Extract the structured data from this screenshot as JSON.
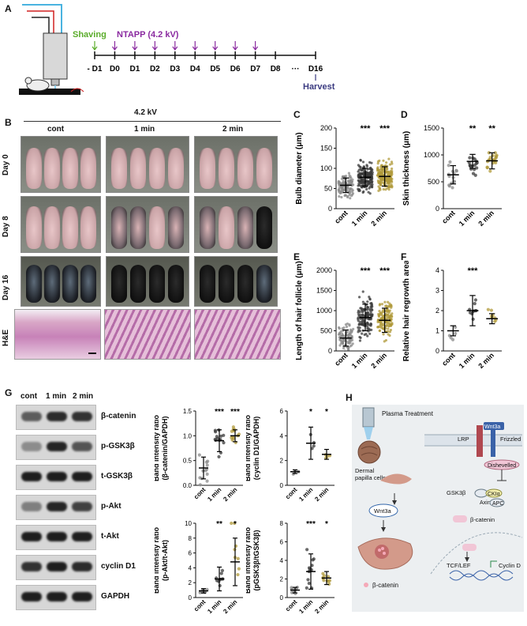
{
  "panel_letters": {
    "a": "A",
    "b": "B",
    "c": "C",
    "d": "D",
    "e": "E",
    "f": "F",
    "g": "G",
    "h": "H"
  },
  "timeline": {
    "shaving": "Shaving",
    "ntapp": "NTAPP (4.2 kV)",
    "days": [
      "- D1",
      "D0",
      "D1",
      "D2",
      "D3",
      "D4",
      "D5",
      "D6",
      "D7",
      "D8",
      "···",
      "D16"
    ],
    "harvest": "Harvest",
    "colors": {
      "shaving": "#5aac2a",
      "ntapp": "#8a2aa0",
      "harvest": "#3a3a80"
    }
  },
  "photos": {
    "voltage": "4.2 kV",
    "groups": [
      "cont",
      "1 min",
      "2 min"
    ],
    "rows": [
      "Day 0",
      "Day 8",
      "Day 16",
      "H&E"
    ]
  },
  "chart_data": [
    {
      "id": "C",
      "type": "scatter",
      "ylabel": "Bulb diameter (μm)",
      "categories": [
        "cont",
        "1 min",
        "2 min"
      ],
      "ylim": [
        0,
        200
      ],
      "yticks": [
        0,
        50,
        100,
        150,
        200
      ],
      "mean": [
        58,
        78,
        80
      ],
      "sd": [
        18,
        22,
        24
      ],
      "sig": [
        "",
        "***",
        "***"
      ],
      "n": [
        120,
        180,
        180
      ]
    },
    {
      "id": "D",
      "type": "scatter",
      "ylabel": "Skin thickness (μm)",
      "categories": [
        "cont",
        "1 min",
        "2 min"
      ],
      "ylim": [
        0,
        1500
      ],
      "yticks": [
        0,
        500,
        1000,
        1500
      ],
      "mean": [
        630,
        880,
        890
      ],
      "sd": [
        170,
        130,
        150
      ],
      "sig": [
        "",
        "**",
        "**"
      ],
      "n": [
        15,
        17,
        20
      ]
    },
    {
      "id": "E",
      "type": "scatter",
      "ylabel": "Length of hair follicle (μm)",
      "categories": [
        "cont",
        "1 min",
        "2 min"
      ],
      "ylim": [
        0,
        2000
      ],
      "yticks": [
        0,
        500,
        1000,
        1500,
        2000
      ],
      "mean": [
        320,
        830,
        760
      ],
      "sd": [
        200,
        330,
        300
      ],
      "sig": [
        "",
        "***",
        "***"
      ],
      "n": [
        90,
        130,
        140
      ]
    },
    {
      "id": "F",
      "type": "scatter",
      "ylabel": "Relative hair regrowth area",
      "categories": [
        "cont",
        "1 min",
        "2 min"
      ],
      "ylim": [
        0,
        4
      ],
      "yticks": [
        0,
        1,
        2,
        3,
        4
      ],
      "mean": [
        1.0,
        2.0,
        1.6
      ],
      "sd": [
        0.25,
        0.75,
        0.25
      ],
      "sig": [
        "",
        "***",
        ""
      ],
      "n": [
        5,
        10,
        8
      ]
    },
    {
      "id": "G1",
      "type": "scatter",
      "ylabel": "Band intensity ratio\n(β-catenin/GAPDH)",
      "categories": [
        "cont",
        "1 min",
        "2 min"
      ],
      "ylim": [
        0,
        1.5
      ],
      "yticks": [
        0.0,
        0.5,
        1.0,
        1.5
      ],
      "mean": [
        0.35,
        0.9,
        1.0
      ],
      "sd": [
        0.22,
        0.22,
        0.12
      ],
      "sig": [
        "",
        "***",
        "***"
      ],
      "n": [
        12,
        14,
        12
      ]
    },
    {
      "id": "G2",
      "type": "scatter",
      "ylabel": "Band intensity ratio\n(cyclin D1/GAPDH)",
      "categories": [
        "cont",
        "1 min",
        "2 min"
      ],
      "ylim": [
        0,
        6
      ],
      "yticks": [
        0,
        2,
        4,
        6
      ],
      "mean": [
        1.1,
        3.4,
        2.5
      ],
      "sd": [
        0.15,
        1.3,
        0.4
      ],
      "sig": [
        "",
        "*",
        "*"
      ],
      "n": [
        4,
        4,
        4
      ]
    },
    {
      "id": "G3",
      "type": "scatter",
      "ylabel": "Band intensity ratio\n(p-Akt/t-Akt)",
      "categories": [
        "cont",
        "1 min",
        "2 min"
      ],
      "ylim": [
        0,
        10
      ],
      "yticks": [
        0,
        2,
        4,
        6,
        8,
        10
      ],
      "mean": [
        0.9,
        2.5,
        4.8
      ],
      "sd": [
        0.3,
        1.6,
        3.2
      ],
      "sig": [
        "",
        "**",
        "*"
      ],
      "n": [
        8,
        10,
        8
      ]
    },
    {
      "id": "G4",
      "type": "scatter",
      "ylabel": "Band intensity ratio\n(pGSK3β/tGSK3β)",
      "categories": [
        "cont",
        "1 min",
        "2 min"
      ],
      "ylim": [
        0,
        8
      ],
      "yticks": [
        0,
        2,
        4,
        6,
        8
      ],
      "mean": [
        0.8,
        2.8,
        2.1
      ],
      "sd": [
        0.3,
        1.9,
        0.7
      ],
      "sig": [
        "",
        "***",
        "*"
      ],
      "n": [
        10,
        12,
        10
      ]
    }
  ],
  "scatter_colors": [
    "#8a8a8a",
    "#3a3a3a",
    "#b09a3a"
  ],
  "blots": {
    "lanes": [
      "cont",
      "1 min",
      "2 min"
    ],
    "labels": [
      "β-catenin",
      "p-GSK3β",
      "t-GSK3β",
      "p-Akt",
      "t-Akt",
      "cyclin D1",
      "GAPDH"
    ],
    "intensity": [
      [
        0.55,
        0.9,
        0.85
      ],
      [
        0.2,
        0.95,
        0.6
      ],
      [
        1,
        1,
        1
      ],
      [
        0.3,
        0.95,
        0.75
      ],
      [
        1,
        1,
        1
      ],
      [
        0.85,
        1,
        0.9
      ],
      [
        1,
        1,
        1
      ]
    ]
  },
  "diagram": {
    "plasma": "Plasma Treatment",
    "dermal": "Dermal\npapilla cells",
    "wnt3a": "Wnt3a",
    "lrp": "LRP",
    "frizzled": "Frizzled",
    "dishevelled": "Dishevelled",
    "gsk3b": "GSK3β",
    "ck1a": "CKIα",
    "axin": "Axin",
    "apc": "APC",
    "bcatenin": "β-catenin",
    "tcf": "TCF/LEF",
    "cyclin": "Cyclin D",
    "legend_bcat": "β-catenin"
  }
}
